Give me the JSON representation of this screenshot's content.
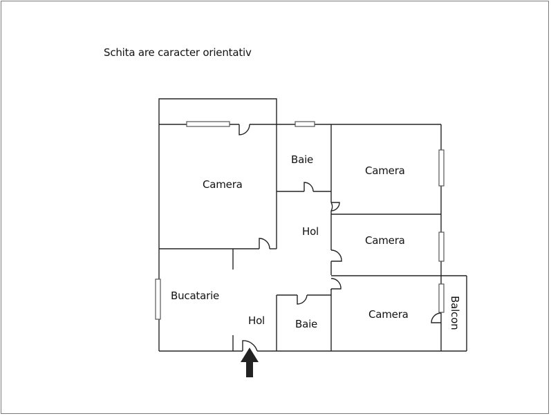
{
  "title": "Schita are caracter orientativ",
  "rooms": [
    {
      "id": "camera-1",
      "label": "Camera"
    },
    {
      "id": "baie-1",
      "label": "Baie"
    },
    {
      "id": "camera-2",
      "label": "Camera"
    },
    {
      "id": "hol-1",
      "label": "Hol"
    },
    {
      "id": "camera-3",
      "label": "Camera"
    },
    {
      "id": "bucatarie",
      "label": "Bucatarie"
    },
    {
      "id": "hol-2",
      "label": "Hol"
    },
    {
      "id": "baie-2",
      "label": "Baie"
    },
    {
      "id": "camera-4",
      "label": "Camera"
    },
    {
      "id": "balcon",
      "label": "Balcon"
    }
  ],
  "colors": {
    "wall": "#222222",
    "window": "#555555",
    "arrow": "#222222",
    "frame": "#7a7a7a"
  }
}
